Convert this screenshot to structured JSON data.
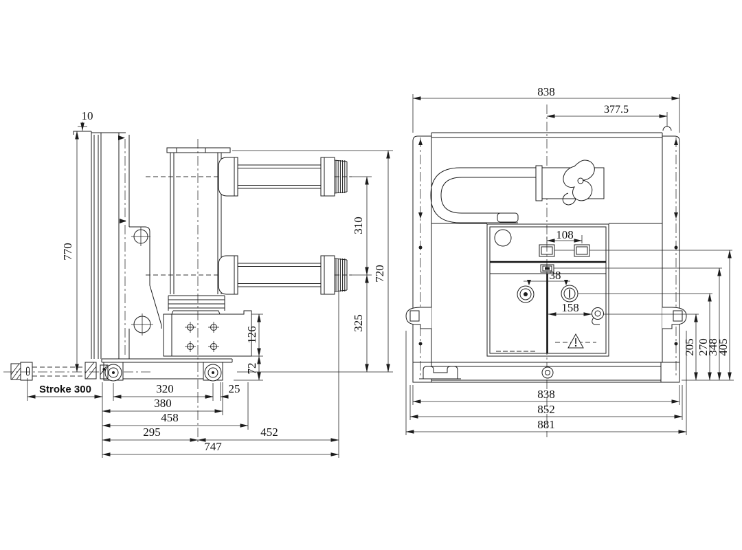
{
  "drawing": {
    "kind": "circuit-breaker-outline-drawing",
    "views": {
      "side": "side view",
      "front": "front view"
    },
    "side_view": {
      "dims": {
        "plate_offset": "10",
        "frame_height": "770",
        "terminal_pitch": "310",
        "height_total": "720",
        "lower_terminal_height": "325",
        "box_height": "126",
        "base_height": "72",
        "stroke_label": "Stroke 300",
        "wheel_pitch": "320",
        "wheel_offset": "25",
        "width_380": "380",
        "width_458": "458",
        "depth_front": "295",
        "depth_rear": "452",
        "depth_total": "747"
      }
    },
    "front_view": {
      "dims": {
        "width_top": "838",
        "width_half": "377.5",
        "indicator_pitch": "108",
        "center_offset": "38",
        "latch_offset": "158",
        "height_205": "205",
        "height_270": "270",
        "height_348": "348",
        "height_405": "405",
        "width_bottom": "838",
        "width_frame": "852",
        "width_overall": "881"
      }
    }
  }
}
